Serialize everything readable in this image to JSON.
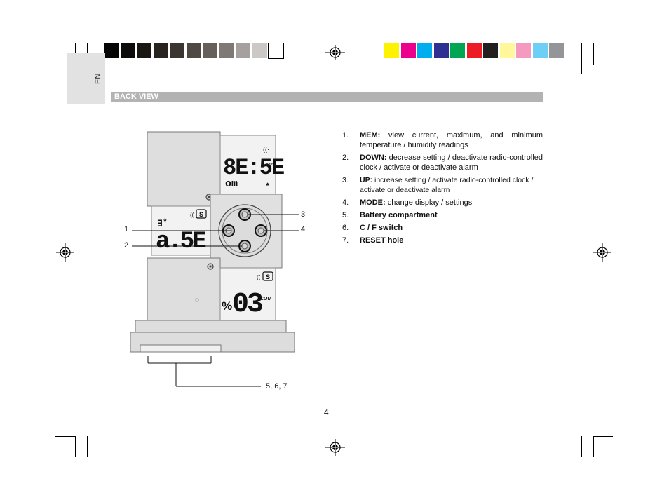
{
  "language_tab": "EN",
  "section_title": "BACK VIEW",
  "items": [
    {
      "num": "1.",
      "term": "MEM:",
      "text": " view current, maximum, and minimum temperature / humidity readings"
    },
    {
      "num": "2.",
      "term": "DOWN:",
      "text": " decrease setting / deactivate radio-controlled clock / activate or deactivate alarm"
    },
    {
      "num": "3.",
      "term": "UP:",
      "text": " increase setting / activate radio-controlled clock / activate or deactivate alarm"
    },
    {
      "num": "4.",
      "term": "MODE:",
      "text": " change display / settings"
    },
    {
      "num": "5.",
      "term": "Battery compartment",
      "text": ""
    },
    {
      "num": "6.",
      "term": " C /  F switch",
      "text": ""
    },
    {
      "num": "7.",
      "term": "RESET hole",
      "text": ""
    }
  ],
  "callouts": {
    "c1": "1",
    "c2": "2",
    "c3": "3",
    "c4": "4",
    "c567": "5, 6, 7"
  },
  "lcd": {
    "time": "8E:5E",
    "time_sub": "om",
    "temp": "a.5E",
    "temp_unit": "°",
    "humidity": "03",
    "humidity_unit": "%",
    "humidity_sub": "COM"
  },
  "page_number": "4",
  "colors": {
    "gray_bar": [
      "#050505",
      "#0d0b09",
      "#1a1612",
      "#29231f",
      "#3b3531",
      "#4f4944",
      "#66605b",
      "#7e7975",
      "#a6a19e",
      "#cbc8c6",
      "#ffffff"
    ],
    "color_bar": [
      "#fff200",
      "#ec008c",
      "#00aeef",
      "#2e3192",
      "#00a651",
      "#ed1c24",
      "#231f20",
      "#fff799",
      "#f49ac1",
      "#6dcff6",
      "#939598"
    ]
  }
}
